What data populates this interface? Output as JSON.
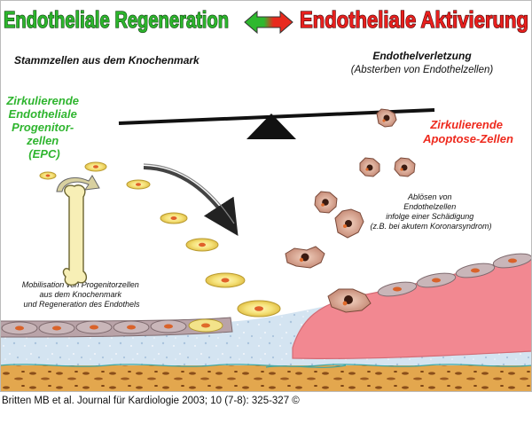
{
  "header": {
    "left_title": "Endotheliale Regeneration",
    "right_title": "Endotheliale Aktivierung"
  },
  "labels": {
    "stem_cells": "Stammzellen aus dem Knochenmark",
    "injury_title": "Endothelverletzung",
    "injury_sub": "(Absterben von Endothelzellen)",
    "epc": [
      "Zirkulierende",
      "Endotheliale",
      "Progenitor-",
      "zellen",
      "(EPC)"
    ],
    "apoptosis": [
      "Zirkulierende",
      "Apoptose-Zellen"
    ],
    "detach": [
      "Ablösen von",
      "Endothelzellen",
      "infolge einer Schädigung",
      "(z.B. bei akutem Koronarsyndrom)"
    ],
    "mobilization": [
      "Mobilisation von Progenitorzellen",
      "aus dem Knochenmark",
      "und Regeneration des Endothels"
    ]
  },
  "citation": "Britten MB et al. Journal für Kardiologie 2003; 10 (7-8): 325-327 ©",
  "colors": {
    "regeneration_green": "#2db52d",
    "activation_red": "#e8201e",
    "epc_yellow": "#f5e27a",
    "vessel_blue": "#cfe0ee",
    "plaque_pink": "#f0838b",
    "tissue_orange": "#e0a34a"
  }
}
